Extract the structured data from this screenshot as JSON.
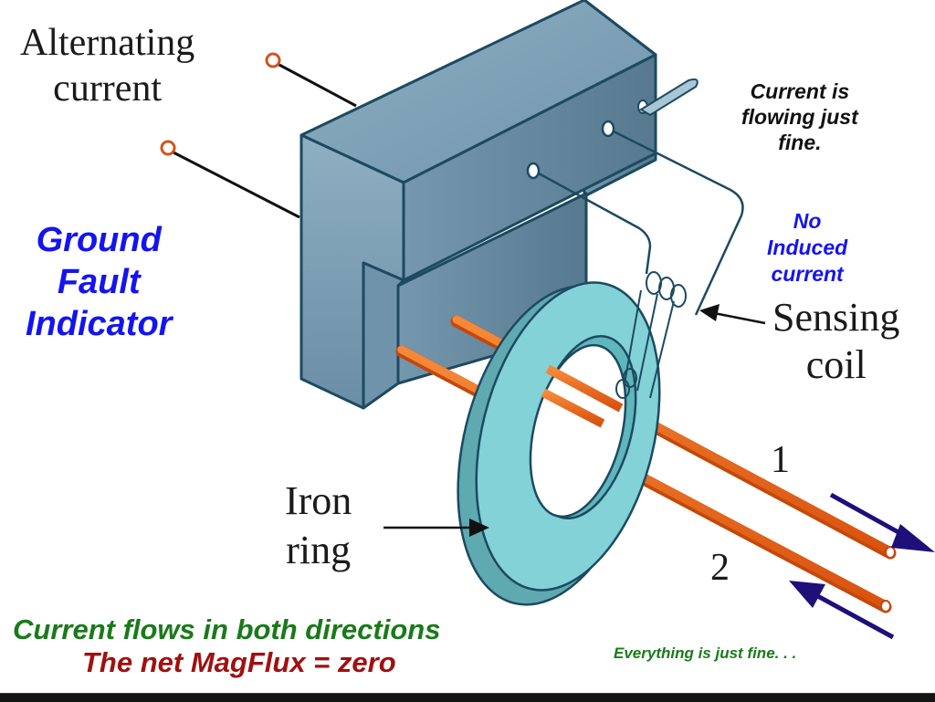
{
  "labels": {
    "alternating_current": [
      "Alternating",
      "current"
    ],
    "ground_fault_indicator": [
      "Ground",
      "Fault",
      "Indicator"
    ],
    "current_flowing": [
      "Current is",
      "flowing just",
      "fine."
    ],
    "no_induced_current": [
      "No",
      "Induced",
      "current"
    ],
    "sensing_coil": [
      "Sensing",
      "coil"
    ],
    "iron_ring": [
      "Iron",
      "ring"
    ],
    "wire_1": "1",
    "wire_2": "2",
    "both_directions": "Current flows in both directions",
    "net_magflux": "The net MagFlux = zero",
    "everything_fine": "Everything is just fine. . ."
  },
  "colors": {
    "title_blue": "#1414f0",
    "green": "#1a7a1a",
    "dark_red": "#a01010",
    "block": "#7fa3b8",
    "block_dark": "#5b7f96",
    "outline": "#1d4a60",
    "ring": "#7fd0d6",
    "wire": "#ee6a1a",
    "arrow": "#1e0f7a",
    "terminal": "#d2541e"
  },
  "icons": {
    "terminal": "terminal-circle-icon",
    "switch": "toggle-switch-icon",
    "flow_arrow": "flow-direction-arrow-icon"
  }
}
